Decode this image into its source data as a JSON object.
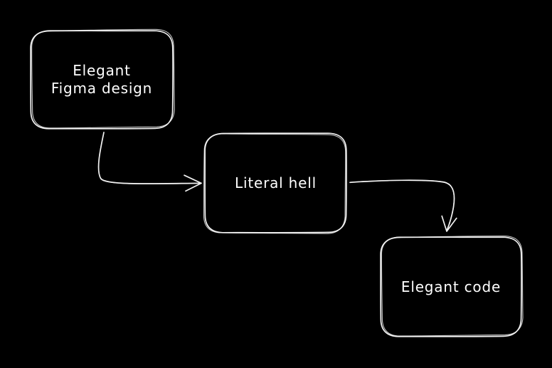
{
  "canvas": {
    "background_color": "#000000",
    "stroke_color": "#f2f2f2",
    "text_color": "#ffffff",
    "style": "hand-drawn whiteboard sketch"
  },
  "nodes": [
    {
      "id": "figma-design",
      "label_lines": [
        "Elegant",
        "Figma design"
      ]
    },
    {
      "id": "literal-hell",
      "label_lines": [
        "Literal hell"
      ]
    },
    {
      "id": "elegant-code",
      "label_lines": [
        "Elegant code"
      ]
    }
  ],
  "edges": [
    {
      "id": "figma-to-hell",
      "from": "figma-design",
      "to": "literal-hell",
      "shape": "curved arrow, exits bottom of first box, curves right into left side of second box"
    },
    {
      "id": "hell-to-code",
      "from": "literal-hell",
      "to": "elegant-code",
      "shape": "curved arrow, exits right side of second box, curves down into top of third box"
    }
  ]
}
